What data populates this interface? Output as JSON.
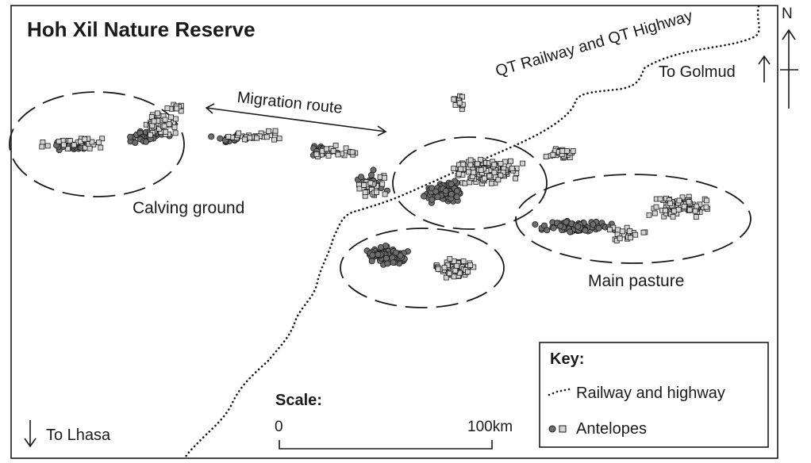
{
  "map": {
    "title": "Hoh Xil Nature Reserve",
    "labels": {
      "calving_ground": "Calving ground",
      "main_pasture": "Main pasture",
      "migration_route": "Migration route",
      "railway_highway": "QT Railway and QT Highway",
      "to_golmud": "To Golmud",
      "to_lhasa": "To Lhasa"
    },
    "north_label": "N",
    "scale": {
      "title": "Scale:",
      "start": "0",
      "end": "100",
      "unit": "km"
    },
    "key": {
      "title": "Key:",
      "railway_label": "Railway and highway",
      "antelopes_label": "Antelopes"
    },
    "icons": {
      "north_arrow": "north-arrow-icon",
      "to_golmud": "arrow-up-icon",
      "to_lhasa": "arrow-down-icon",
      "migration": "double-arrow-icon"
    },
    "colors": {
      "ink": "#1a1a1a",
      "antelope_circle": "#6e6e6e",
      "antelope_square": "#d4d4d4"
    }
  }
}
